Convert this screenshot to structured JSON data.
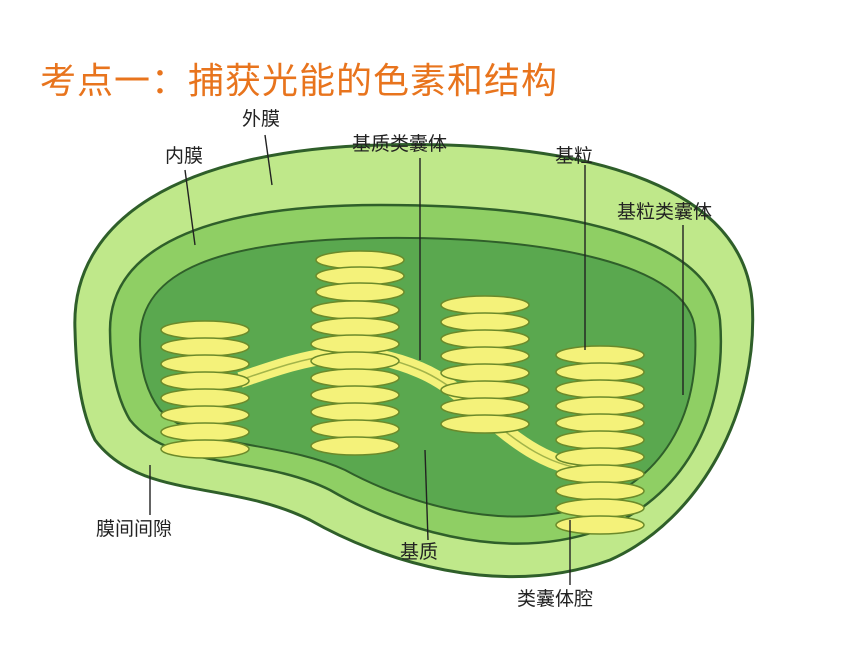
{
  "title": "考点一：捕获光能的色素和结构",
  "labels": {
    "outer_membrane": "外膜",
    "inner_membrane": "内膜",
    "stroma_thylakoid": "基质类囊体",
    "granum": "基粒",
    "grana_thylakoid": "基粒类囊体",
    "intermembrane_space": "膜间间隙",
    "stroma": "基质",
    "thylakoid_lumen": "类囊体腔"
  },
  "colors": {
    "title": "#e8741d",
    "outer_membrane": "#bfe88a",
    "stroma": "#5aa84f",
    "thylakoid": "#f4f27a",
    "outline": "#2f5f2a"
  }
}
